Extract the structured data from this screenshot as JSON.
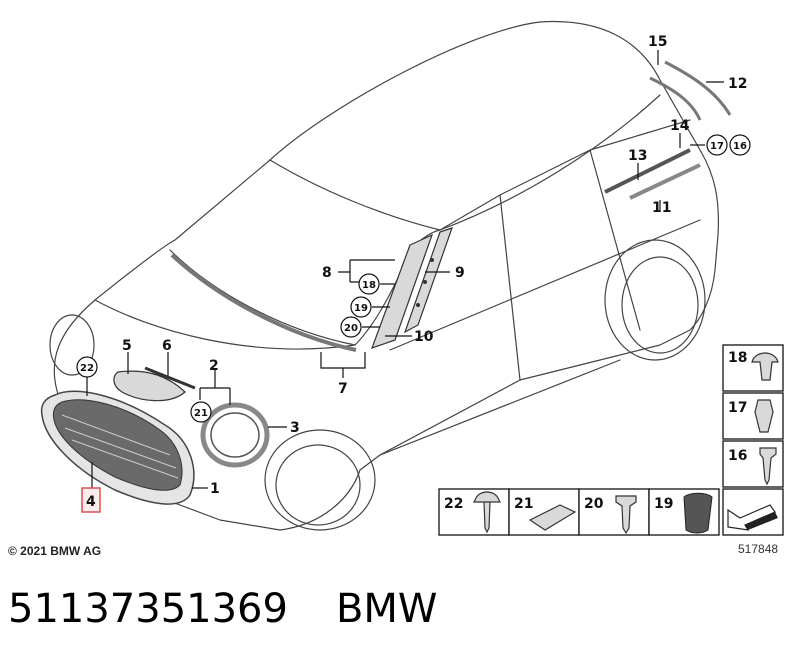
{
  "diagram": {
    "copyright": "© 2021 BMW AG",
    "diagram_number": "517848",
    "highlighted_callout": "4",
    "callouts": [
      "1",
      "2",
      "3",
      "4",
      "5",
      "6",
      "7",
      "8",
      "9",
      "10",
      "11",
      "12",
      "13",
      "14",
      "15",
      "16",
      "17",
      "18",
      "19",
      "20",
      "21",
      "22"
    ],
    "legend": {
      "column": [
        "18",
        "17",
        "16"
      ],
      "row": [
        "22",
        "21",
        "20",
        "19"
      ]
    },
    "colors": {
      "highlight": "#d9534f",
      "line": "#444444"
    }
  },
  "footer": {
    "part_number": "51137351369",
    "brand": "BMW"
  }
}
